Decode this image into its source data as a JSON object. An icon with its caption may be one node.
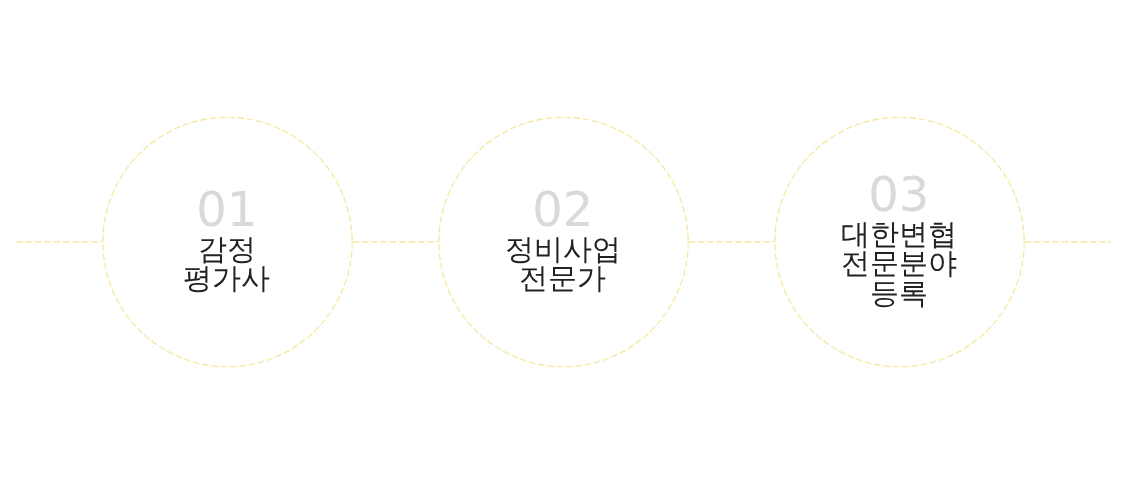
{
  "diagram": {
    "nodes": [
      {
        "text": [
          "01",
          "감정 평가사"
        ]
      },
      {
        "text": [
          "02",
          "정비사업 전문가"
        ]
      },
      {
        "text": [
          "03",
          "대한변협 전문분야 등록"
        ]
      }
    ],
    "edges": [
      {
        "from": null,
        "to": 0,
        "arrow": "none",
        "style": "dashed"
      },
      {
        "from": 0,
        "to": 1,
        "arrow": "none",
        "style": "dashed"
      },
      {
        "from": 1,
        "to": 2,
        "arrow": "none",
        "style": "dashed"
      },
      {
        "from": 2,
        "to": null,
        "arrow": "none",
        "style": "dashed"
      }
    ]
  }
}
